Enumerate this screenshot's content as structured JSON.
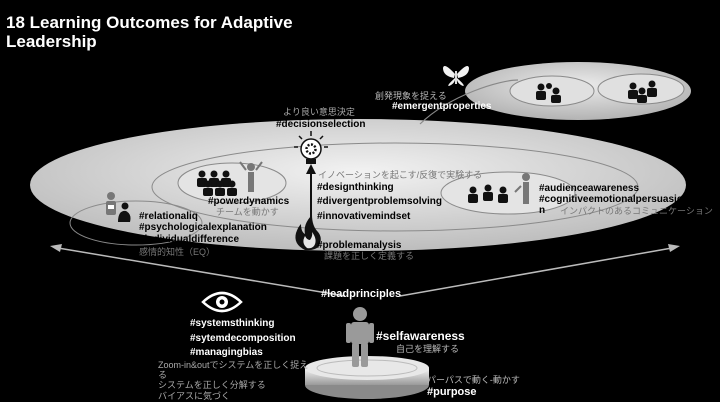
{
  "title": "18 Learning Outcomes for Adaptive Leadership",
  "labels": {
    "emergent_jp": "創発現象を捉える",
    "emergent_tag": "#emergentproperties",
    "decision_jp": "より良い意思決定",
    "decision_tag": "#decisionselection",
    "innovation_jp": "イノベーションを起こす/反復で実験する",
    "design_tag": "#designthinking",
    "divergent_tag": "#divergentproblemsolving",
    "innovative_tag": "#innovativemindset",
    "powerdynamics_tag": "#powerdynamics",
    "powerdynamics_jp": "チームを動かす",
    "audience_tag": "#audienceawareness",
    "cognitive_tag": "#cognitiveemotionalpersuasio",
    "cognitive_tag_2": "n",
    "impact_jp": "インパクトのあるコミュニケーション",
    "relational_tag": "#relationaliq",
    "psych_tag": "#psychologicalexplanation",
    "individual_tag": "#individualdifference",
    "eq_jp": "感情的知性（EQ）",
    "problem_tag": "#problemanalysis",
    "problem_jp": "課題を正しく定義する",
    "lead_tag": "#leadprinciples",
    "systems_tag": "#systemsthinking",
    "sytem_tag": "#sytemdecomposition",
    "bias_tag": "#managingbias",
    "zoom_jp": "Zoom-in&outでシステムを正しく捉え",
    "zoom_jp_2": "る",
    "decompose_jp": "システムを正しく分解する",
    "bias_jp": "バイアスに気づく",
    "self_tag": "#selfawareness",
    "self_jp": "自己を理解する",
    "purpose_jp": "パーパスで動く-動かす",
    "purpose_tag": "#purpose"
  },
  "icons": [
    "butterfly-icon",
    "lightbulb-gear-icon",
    "flame-icon",
    "eye-icon",
    "person-icon",
    "group-icon"
  ]
}
